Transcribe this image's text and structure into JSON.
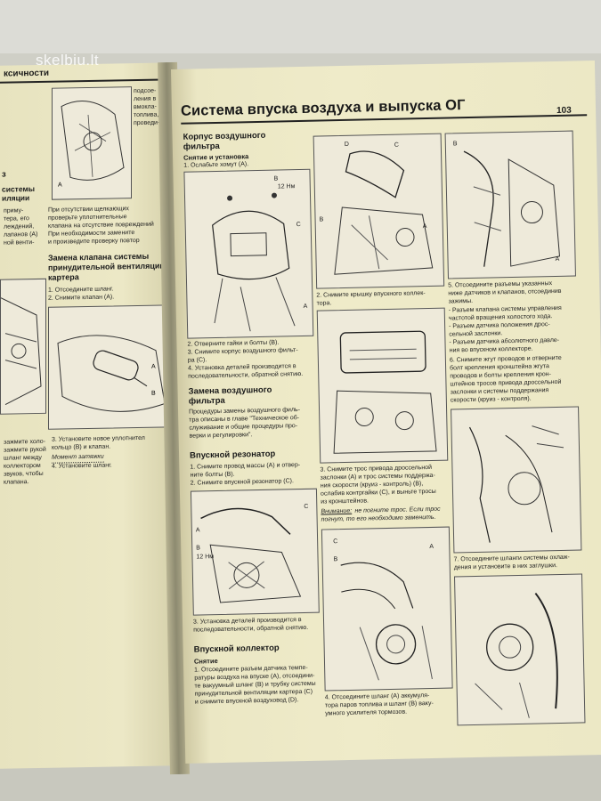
{
  "watermark": "skelbiu.lt",
  "left_page": {
    "header": "ксичности",
    "top_lines": [
      "подсое-",
      "ления в",
      "вмокла-",
      "топлива,",
      "проведи-"
    ],
    "mid_heading_1": "з",
    "mid_heading_2": [
      "системы",
      "иляции"
    ],
    "mid_lines": [
      "приму-",
      "тера, его",
      "леждений,",
      "лапанов (A)",
      "ной венти-"
    ],
    "pcv_note": [
      "При отсутствии щелкающих",
      "проверьте уплотнительные",
      "клапана на отсутствие повреждений",
      "При необходимости замените",
      "и произведите проверку повтор"
    ],
    "pcv_heading": [
      "Замена клапана системы",
      "принудительной вентиляции",
      "картера"
    ],
    "pcv_steps": [
      "1. Отсоедините шланг.",
      "2. Снимите клапан (A)."
    ],
    "lower_lines": [
      "зажмите холо-",
      "зажмите рукой",
      "шланг между",
      "коллектором",
      "звуков, чтобы",
      "клапана."
    ],
    "step3": [
      "3. Установите новое уплотнител",
      "кольцо (B) и клапан."
    ],
    "torque": "Момент затяжки",
    "step4": "4. Установите шланг."
  },
  "right_page": {
    "title": "Система впуска воздуха и выпуска ОГ",
    "page_number": "103",
    "col1": {
      "h_airbox": [
        "Корпус воздушного",
        "фильтра"
      ],
      "sub_removal": "Снятие и установка",
      "step1": "1. Ослабьте хомут (A).",
      "fig1_labels": [
        "B",
        "12 Нм",
        "C",
        "A"
      ],
      "steps_2_4": [
        "2. Отверните гайки и болты (B).",
        "3. Снимите корпус воздушного фильт-",
        "ра (C).",
        "4. Установка деталей производится в",
        "последовательности, обратной снятию."
      ],
      "h_filter": [
        "Замена воздушного",
        "фильтра"
      ],
      "filter_text": [
        "Процедуры замены воздушного филь-",
        "тра описаны в главе \"Техническое об-",
        "служивание и общие процедуры про-",
        "верки и регулировки\"."
      ],
      "h_resonator": "Впускной резонатор",
      "resonator_steps": [
        "1. Снимите провод массы (A) и отвер-",
        "ните болты (B).",
        "2. Снимите впускной резонатор (C)."
      ],
      "fig2_labels": [
        "A",
        "B",
        "12 Нм",
        "C"
      ],
      "resonator_step3": [
        "3. Установка деталей производится в",
        "последовательности, обратной снятию."
      ],
      "h_manifold": "Впускной коллектор",
      "sub_manifold": "Снятие",
      "manifold_steps": [
        "1. Отсоедините разъем датчика темпе-",
        "ратуры воздуха на впуске (A), отсоедини-",
        "те вакуумный шланг (B) и трубку системы",
        "принудительной вентиляции картера (C)",
        "и снимите впускной воздуховод (D)."
      ]
    },
    "col2": {
      "fig1_labels": [
        "D",
        "C",
        "B",
        "A"
      ],
      "step2": [
        "2. Снимите крышку впускного коллек-",
        "тора."
      ],
      "step3": [
        "3. Снимите трос привода дроссельной",
        "заслонки (A) и трос системы поддержа-",
        "ния скорости (круиз - контроль) (B),",
        "ослабив контргайки (C), и выньте тросы",
        "из кронштейнов."
      ],
      "warning_label": "Внимание:",
      "warning_text": [
        "не погните трос. Если трос",
        "погнут, то его необходимо заменить."
      ],
      "fig3_labels": [
        "C",
        "B",
        "A"
      ],
      "step4": [
        "4. Отсоедините шланг (A) аккумуля-",
        "тора паров топлива и шланг (B) ваку-",
        "умного усилителя тормозов."
      ]
    },
    "col3": {
      "fig1_labels": [
        "B",
        "A"
      ],
      "step5": [
        "5. Отсоедините разъемы указанных",
        "ниже датчиков и клапанов, отсоединив",
        "зажимы."
      ],
      "bullets": [
        "- Разъем клапана системы управления",
        "частотой вращения холостого хода.",
        "- Разъем датчика положения дрос-",
        "сельной заслонки.",
        "- Разъем датчика абсолютного давле-",
        "ния во впускном коллекторе."
      ],
      "step6": [
        "6. Снимите жгут проводов и отверните",
        "болт крепления кронштейна жгута",
        "проводов и болты крепления крон-",
        "штейнов тросов привода дроссельной",
        "заслонки и системы поддержания",
        "скорости (круиз - контроля)."
      ],
      "step7": [
        "7. Отсоедините шланги системы охлаж-",
        "дения и установите в них заглушки."
      ]
    }
  }
}
